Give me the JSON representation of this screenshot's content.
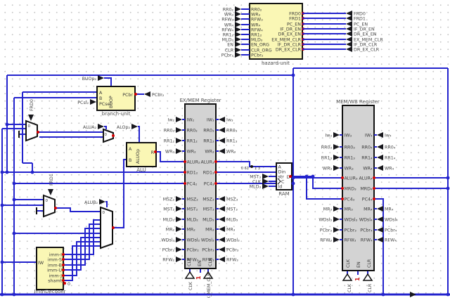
{
  "colors": {
    "wire_blue": "#2323cd",
    "component_yellow": "#faf7b5",
    "register_gray": "#d3d3d3",
    "ram_white": "#ffffff",
    "floating_red_dot": "#d60000",
    "constant_red": "#cc1111",
    "grid_dot_gray": "#c6c6c6"
  },
  "hazard_unit": {
    "title": "hazard-unit",
    "left_pins": [
      {
        "ext": "RR0₂",
        "in": "RR0₂"
      },
      {
        "ext": "WR₃",
        "in": "WR₃"
      },
      {
        "ext": "RFW₃",
        "in": "RFW₃"
      },
      {
        "ext": "WR₄",
        "in": "WR₄"
      },
      {
        "ext": "RFW₄",
        "in": "RFW₄"
      },
      {
        "ext": "RR1₂",
        "in": "RR1₂"
      },
      {
        "ext": "MLD₃",
        "in": "MLD₃"
      },
      {
        "ext": "EN",
        "in": "EN_ORG"
      },
      {
        "ext": "CLR",
        "in": "CLR_ORG"
      },
      {
        "ext": "PCbr₂",
        "in": "PCbr₂"
      }
    ],
    "right_pins": [
      {
        "in": "FRD0",
        "ext": "FRD0"
      },
      {
        "in": "FRD1",
        "ext": "FRD1"
      },
      {
        "in": "PC_EN",
        "ext": "PC_EN"
      },
      {
        "in": "IF_DR_EN",
        "ext": "IF_DR_EN"
      },
      {
        "in": "DR_EX_EN",
        "ext": "DR_EX_EN"
      },
      {
        "in": "EX_MEM_CLR",
        "ext": "EX_MEM_CLR"
      },
      {
        "in": "IF_DR_CLR",
        "ext": "IF_DR_CLR"
      },
      {
        "in": "DR_EX_CLR",
        "ext": "DR_EX_CLR"
      }
    ]
  },
  "branch_unit": {
    "title": "branch-unit",
    "top_pin": {
      "ext": "BUOp₂",
      "in": "BUOP"
    },
    "left_pins": [
      "A",
      "B",
      "PCsel"
    ],
    "sel_ext": "PCsl₂",
    "out_in": "PCbr",
    "out_ext": "PCbr₂"
  },
  "alu": {
    "title": "ALU",
    "top_label": "ALUOp",
    "a": "A",
    "b": "B",
    "r": "R",
    "a_sel_ext": "ALUA₂",
    "op_ext": "ALOp₂",
    "b_sel_ext": "ALUB₂",
    "a_mux_sel": "0",
    "b_mux_sel": "0"
  },
  "forward_muxes": [
    {
      "label": "FRD0",
      "sel": "0"
    },
    {
      "label": "FRD1",
      "sel": "0"
    }
  ],
  "imm_decoder": {
    "title": "ImmDecoder",
    "in": "IW",
    "outs": [
      "imm-I",
      "imm-S",
      "imm-B",
      "imm-U",
      "imm-J",
      "shamt"
    ],
    "const_zero": "0"
  },
  "ram": {
    "title": "RAM",
    "left_pins": [
      "A",
      "Din",
      "str",
      "C",
      "ld"
    ],
    "out": "D",
    "ext_pins": [
      "MST₃",
      "CLK",
      "MLD₃"
    ],
    "splitter_labels": [
      "0 61",
      "1 3"
    ]
  },
  "exmem": {
    "title": "EX/MEM Register",
    "rows": [
      {
        "ext_l": "Iw₂",
        "in_l": "IW₂",
        "in_r": "IW₃",
        "ext_r": "Iw₃"
      },
      {
        "ext_l": "RR0₂",
        "in_l": "RR0₂",
        "in_r": "RR0₃",
        "ext_r": "RR0₃"
      },
      {
        "ext_l": "RR1₂",
        "in_l": "RR1₂",
        "in_r": "RR1₃",
        "ext_r": "RR1₃"
      },
      {
        "ext_l": "WR₂",
        "in_l": "WR₂",
        "in_r": "WR₃",
        "ext_r": "WR₃"
      },
      {
        "in_l": "ALUR₂",
        "in_r": "ALUR₃"
      },
      {
        "in_l": "RD1₂",
        "in_r": "RD1₃"
      },
      {
        "in_l": "PC4₂",
        "in_r": "PC4₃"
      },
      {
        "ext_l": "MSZ₂",
        "in_l": "MSZ₂",
        "in_r": "MSZ₃",
        "ext_r": "MSZ₃"
      },
      {
        "ext_l": "MST₂",
        "in_l": "MST₂",
        "in_r": "MST₃",
        "ext_r": "MST₃"
      },
      {
        "ext_l": "MLD₂",
        "in_l": "MLD₂",
        "in_r": "MLD₃",
        "ext_r": "MLD₃"
      },
      {
        "ext_l": "MR₂",
        "in_l": "MR₂",
        "in_r": "MR₃",
        "ext_r": "MR₃"
      },
      {
        "ext_l": "WDsl₂",
        "in_l": "WDsl₂",
        "in_r": "WDsl₃",
        "ext_r": "WDsl₃"
      },
      {
        "ext_l": "PCbr₂",
        "in_l": "PCbr₂",
        "in_r": "PCbr₃",
        "ext_r": "PCbr₃"
      },
      {
        "ext_l": "RFW₂",
        "in_l": "RFW₂",
        "in_r": "RFW₃",
        "ext_r": "RFW₃"
      }
    ],
    "bottom_in": [
      "CLK",
      "EN",
      "CLR"
    ],
    "bottom_ext": [
      "CLK",
      "1",
      "EX_MEM_CLR"
    ]
  },
  "memwb": {
    "title": "MEM/WB Register",
    "rows": [
      {
        "ext_l": "Iw₃",
        "in_l": "IW₃",
        "in_r": "IW₄",
        "ext_r": "Iw₄"
      },
      {
        "ext_l": "RR0₃",
        "in_l": "RR0₃",
        "in_r": "RR0₄",
        "ext_r": "RR0₄"
      },
      {
        "ext_l": "RR1₃",
        "in_l": "RR1₃",
        "in_r": "RR1₄",
        "ext_r": "RR1₄"
      },
      {
        "ext_l": "WR₃",
        "in_l": "WR₃",
        "in_r": "WR₄",
        "ext_r": "WR₄"
      },
      {
        "in_l": "ALUR₃",
        "in_r": "ALUR₄"
      },
      {
        "in_l": "MRD₃",
        "in_r": "MRD₄"
      },
      {
        "in_l": "PC4₃",
        "in_r": "PC4₄"
      },
      {
        "ext_l": "MR₃",
        "in_l": "MR₃",
        "in_r": "MR₄",
        "ext_r": "MR₄"
      },
      {
        "ext_l": "WDsl₃",
        "in_l": "WDsl₃",
        "in_r": "WDsl₄",
        "ext_r": "WDsl₄"
      },
      {
        "ext_l": "PCbr₃",
        "in_l": "PCbr₃",
        "in_r": "PCbr₄",
        "ext_r": "PCbr₄"
      },
      {
        "ext_l": "RFW₃",
        "in_l": "RFW₃",
        "in_r": "RFW₄",
        "ext_r": "RFW₄"
      }
    ],
    "bottom_in": [
      "CLK",
      "EN",
      "CLR"
    ],
    "bottom_ext": [
      "CLK",
      "1",
      "CLR"
    ]
  }
}
